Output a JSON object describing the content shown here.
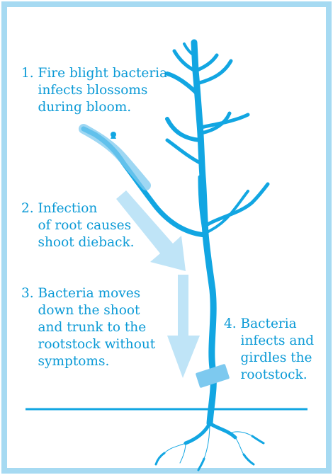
{
  "steps": [
    {
      "id": "step1",
      "text": "1. Fire blight bacteria\n    infects blossoms\n    during bloom."
    },
    {
      "id": "step2",
      "text": "2. Infection\n    of root causes\n    shoot dieback."
    },
    {
      "id": "step3",
      "text": "3. Bacteria moves\n    down the shoot\n    and trunk to the\n    rootstock without\n    symptoms."
    },
    {
      "id": "step4",
      "text": "4. Bacteria\n    infects and\n    girdles the\n    rootstock."
    }
  ],
  "colors": {
    "frame": "#a6daf2",
    "tree": "#12a6e2",
    "arrow": "#bfe4f7",
    "text": "#0b9ad6",
    "highlight": "#7dc9ef"
  }
}
